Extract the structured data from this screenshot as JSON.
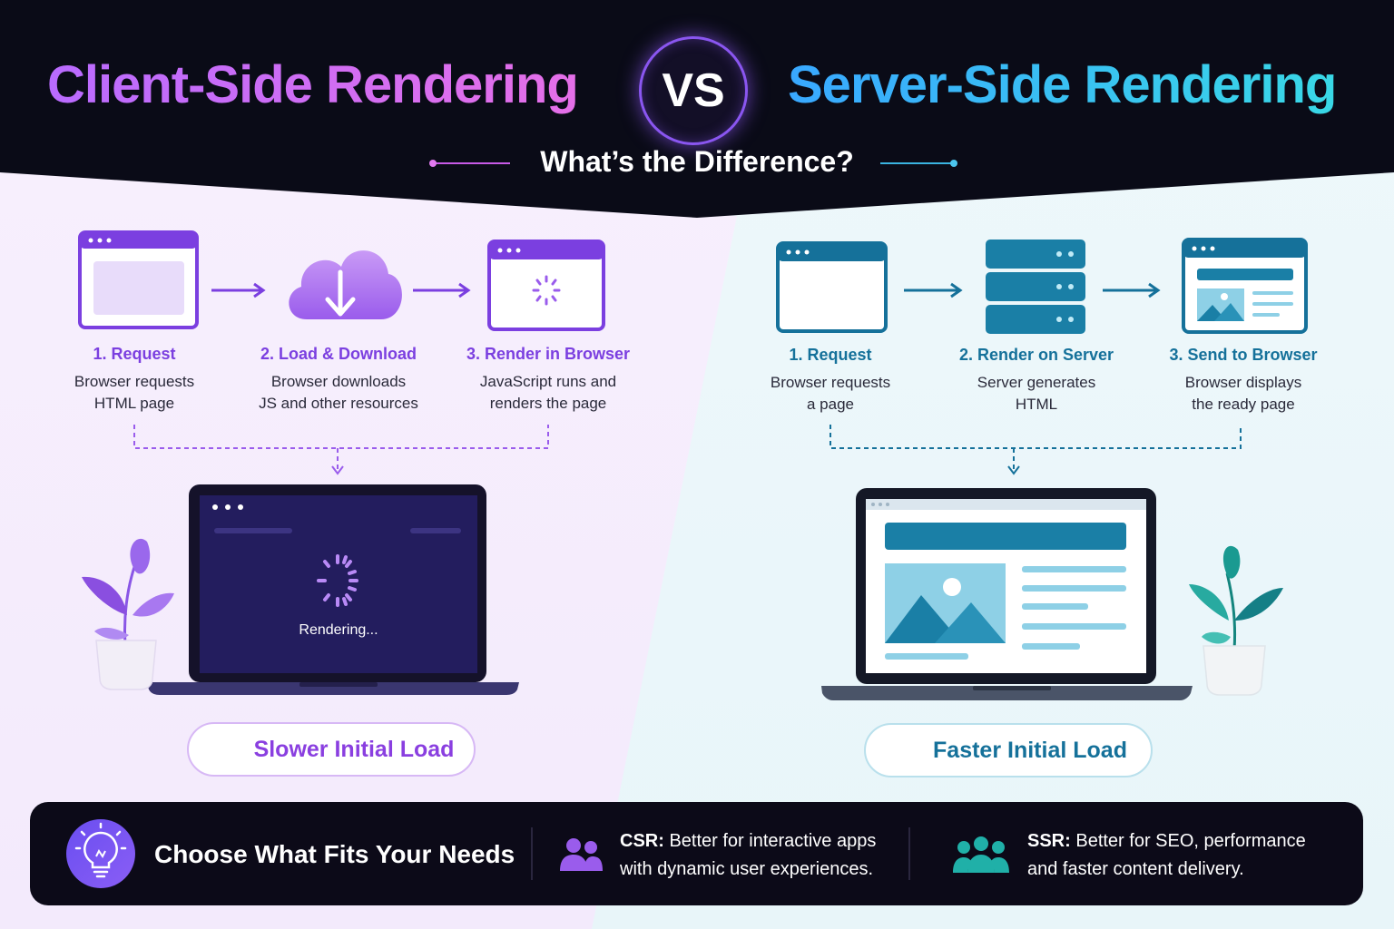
{
  "header": {
    "title_left": "Client-Side Rendering",
    "vs_label": "VS",
    "title_right": "Server-Side Rendering",
    "subtitle": "What’s the Difference?"
  },
  "csr": {
    "steps": [
      {
        "title": "1. Request",
        "desc1": "Browser requests",
        "desc2": "HTML page"
      },
      {
        "title": "2. Load & Download",
        "desc1": "Browser downloads",
        "desc2": "JS and other resources"
      },
      {
        "title": "3. Render in Browser",
        "desc1": "JavaScript runs and",
        "desc2": "renders the page"
      }
    ],
    "screen_status": "Rendering...",
    "result_label": "Slower Initial Load"
  },
  "ssr": {
    "steps": [
      {
        "title": "1. Request",
        "desc1": "Browser requests",
        "desc2": "a page"
      },
      {
        "title": "2. Render on Server",
        "desc1": "Server generates",
        "desc2": "HTML"
      },
      {
        "title": "3. Send to Browser",
        "desc1": "Browser displays",
        "desc2": "the ready page"
      }
    ],
    "result_label": "Faster Initial Load"
  },
  "footer": {
    "title": "Choose What Fits Your Needs",
    "csr_label": "CSR:",
    "csr_line1": "Better for interactive apps",
    "csr_line2": "with dynamic user experiences.",
    "ssr_label": "SSR:",
    "ssr_line1": "Better for SEO, performance",
    "ssr_line2": "and faster content delivery."
  },
  "colors": {
    "csr_accent": "#7b3fe0",
    "ssr_accent": "#15719a",
    "header_bg": "#0a0b17",
    "csr_bg": "#f6eefd",
    "ssr_bg": "#eaf6fa"
  }
}
